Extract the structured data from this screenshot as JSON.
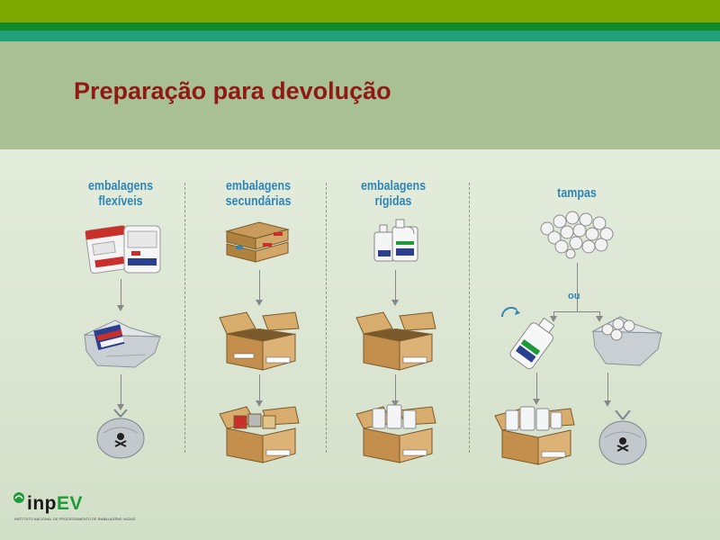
{
  "slide": {
    "title": "Preparação para devolução"
  },
  "columns": [
    {
      "line1": "embalagens",
      "line2": "flexíveis"
    },
    {
      "line1": "embalagens",
      "line2": "secundárias"
    },
    {
      "line1": "embalagens",
      "line2": "rígidas"
    },
    {
      "line1": "tampas",
      "line2": ""
    }
  ],
  "branch_label": "ou",
  "logo": {
    "brand_prefix": "inp",
    "brand_suffix": "EV",
    "subtitle": "INSTITUTO NACIONAL DE PROCESSAMENTO DE EMBALAGENS VAZIAS"
  },
  "colors": {
    "title": "#8f1a14",
    "column_heading": "#2f86b6",
    "top_stripe": "#7ea800",
    "header_band": "#a9bf94",
    "brand_green": "#1e9a3a"
  },
  "icons": [
    "flexible-bags-icon",
    "open-bag-icon",
    "waste-bag-icon",
    "stacked-boxes-icon",
    "open-box-icon",
    "filled-box-icon",
    "jugs-icon",
    "caps-pile-icon",
    "bottle-with-cap-icon",
    "bag-of-caps-icon"
  ]
}
